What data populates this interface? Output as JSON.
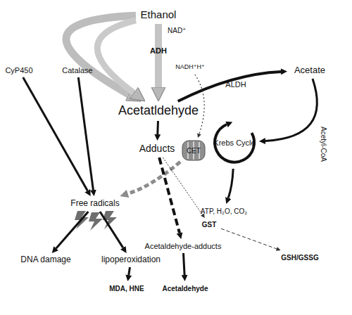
{
  "diagram": {
    "nodes": [
      {
        "text": [
          "Ethanol"
        ]
      },
      {
        "text": [
          "CyP450"
        ]
      },
      {
        "text": [
          "Catalase"
        ]
      },
      {
        "text": [
          "NADH⁺H⁺"
        ]
      },
      {
        "text": [
          "Acetate"
        ]
      },
      {
        "text": [
          "Acetatldehyde"
        ]
      },
      {
        "text": [
          "Adducts"
        ]
      },
      {
        "text": [
          "CET"
        ]
      },
      {
        "text": [
          "Krebs Cycle"
        ]
      },
      {
        "text": [
          "Free radicals"
        ]
      },
      {
        "text": [
          "ATP, H₂O, CO₂"
        ]
      },
      {
        "text": [
          "GST"
        ]
      },
      {
        "text": [
          "DNA damage"
        ]
      },
      {
        "text": [
          "lipoperoxidation"
        ]
      },
      {
        "text": [
          "Acetaldehyde-adducts"
        ]
      },
      {
        "text": [
          "MDA, HNE"
        ]
      },
      {
        "text": [
          "Acetaldehyde"
        ]
      },
      {
        "text": [
          "GSH/GSSG"
        ]
      }
    ],
    "edges": [
      {
        "from": 0,
        "to": 5,
        "label": "ADH",
        "arrow": "to"
      },
      {
        "from": 0,
        "to": 5,
        "arrow": "to"
      },
      {
        "from": 0,
        "to": 5,
        "arrow": "to"
      },
      {
        "from": 1,
        "to": 9,
        "arrow": "to"
      },
      {
        "from": 2,
        "to": 9,
        "arrow": "to"
      },
      {
        "from": 5,
        "to": 4,
        "label": "ALDH",
        "arrow": "to"
      },
      {
        "from": 4,
        "to": 8,
        "label": "Acetyl-CoA",
        "arrow": "to"
      },
      {
        "from": 5,
        "to": 6,
        "arrow": "to"
      },
      {
        "from": 3,
        "to": 7,
        "arrow": "to"
      },
      {
        "from": 8,
        "to": 10,
        "arrow": "to"
      },
      {
        "from": 7,
        "to": 9,
        "arrow": "to"
      },
      {
        "from": 9,
        "to": 12,
        "arrow": "to"
      },
      {
        "from": 9,
        "to": 13,
        "arrow": "to"
      },
      {
        "from": 13,
        "to": 15,
        "arrow": "to"
      },
      {
        "from": 6,
        "to": 14,
        "arrow": "to"
      },
      {
        "from": 6,
        "to": 11,
        "arrow": "to"
      },
      {
        "from": 11,
        "to": 17,
        "arrow": "to"
      },
      {
        "from": 14,
        "to": 16,
        "arrow": "to"
      }
    ],
    "labels": [
      "NAD⁺"
    ]
  }
}
